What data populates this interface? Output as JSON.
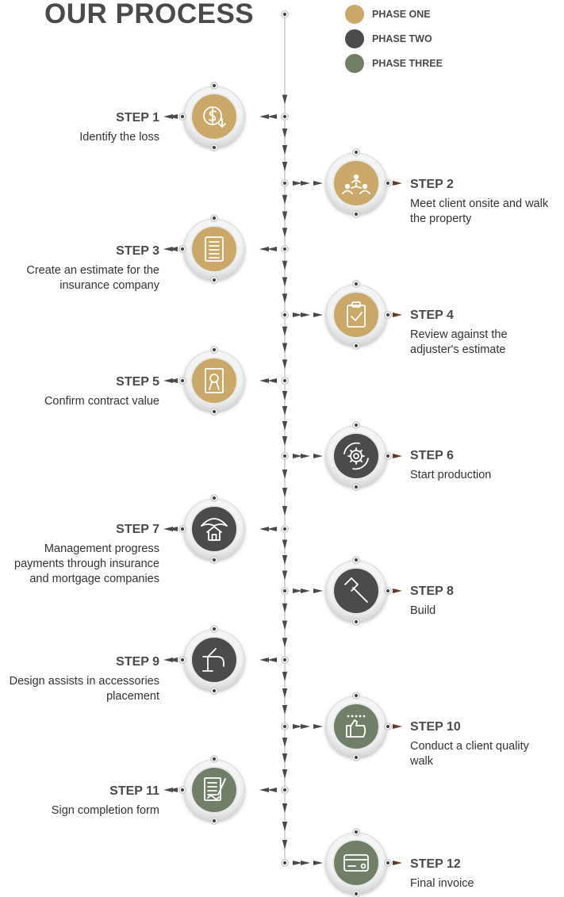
{
  "title": "OUR PROCESS",
  "legend": [
    {
      "label": "PHASE ONE",
      "color": "#c9a86a"
    },
    {
      "label": "PHASE TWO",
      "color": "#4b4b4b"
    },
    {
      "label": "PHASE THREE",
      "color": "#727f68"
    }
  ],
  "steps": [
    {
      "label": "STEP 1",
      "desc": "Identify the loss",
      "side": "left",
      "phase": 0,
      "icon": "dollar-refund-icon"
    },
    {
      "label": "STEP 2",
      "desc": "Meet client onsite and walk the property",
      "side": "right",
      "phase": 0,
      "icon": "people-network-icon"
    },
    {
      "label": "STEP 3",
      "desc": "Create an estimate for the insurance company",
      "side": "left",
      "phase": 0,
      "icon": "document-icon"
    },
    {
      "label": "STEP 4",
      "desc": "Review against the adjuster's estimate",
      "side": "right",
      "phase": 0,
      "icon": "clipboard-check-icon"
    },
    {
      "label": "STEP 5",
      "desc": "Confirm contract value",
      "side": "left",
      "phase": 0,
      "icon": "certificate-icon"
    },
    {
      "label": "STEP 6",
      "desc": "Start production",
      "side": "right",
      "phase": 1,
      "icon": "gear-cycle-icon"
    },
    {
      "label": "STEP 7",
      "desc": "Management progress payments through insurance and mortgage companies",
      "side": "left",
      "phase": 1,
      "icon": "house-umbrella-icon"
    },
    {
      "label": "STEP 8",
      "desc": "Build",
      "side": "right",
      "phase": 1,
      "icon": "hammer-icon"
    },
    {
      "label": "STEP 9",
      "desc": "Design assists in accessories placement",
      "side": "left",
      "phase": 1,
      "icon": "faucet-icon"
    },
    {
      "label": "STEP 10",
      "desc": "Conduct a client quality walk",
      "side": "right",
      "phase": 2,
      "icon": "thumbs-up-stars-icon"
    },
    {
      "label": "STEP 11",
      "desc": "Sign completion form",
      "side": "left",
      "phase": 2,
      "icon": "sign-form-icon"
    },
    {
      "label": "STEP 12",
      "desc": "Final invoice",
      "side": "right",
      "phase": 2,
      "icon": "credit-card-icon"
    }
  ]
}
